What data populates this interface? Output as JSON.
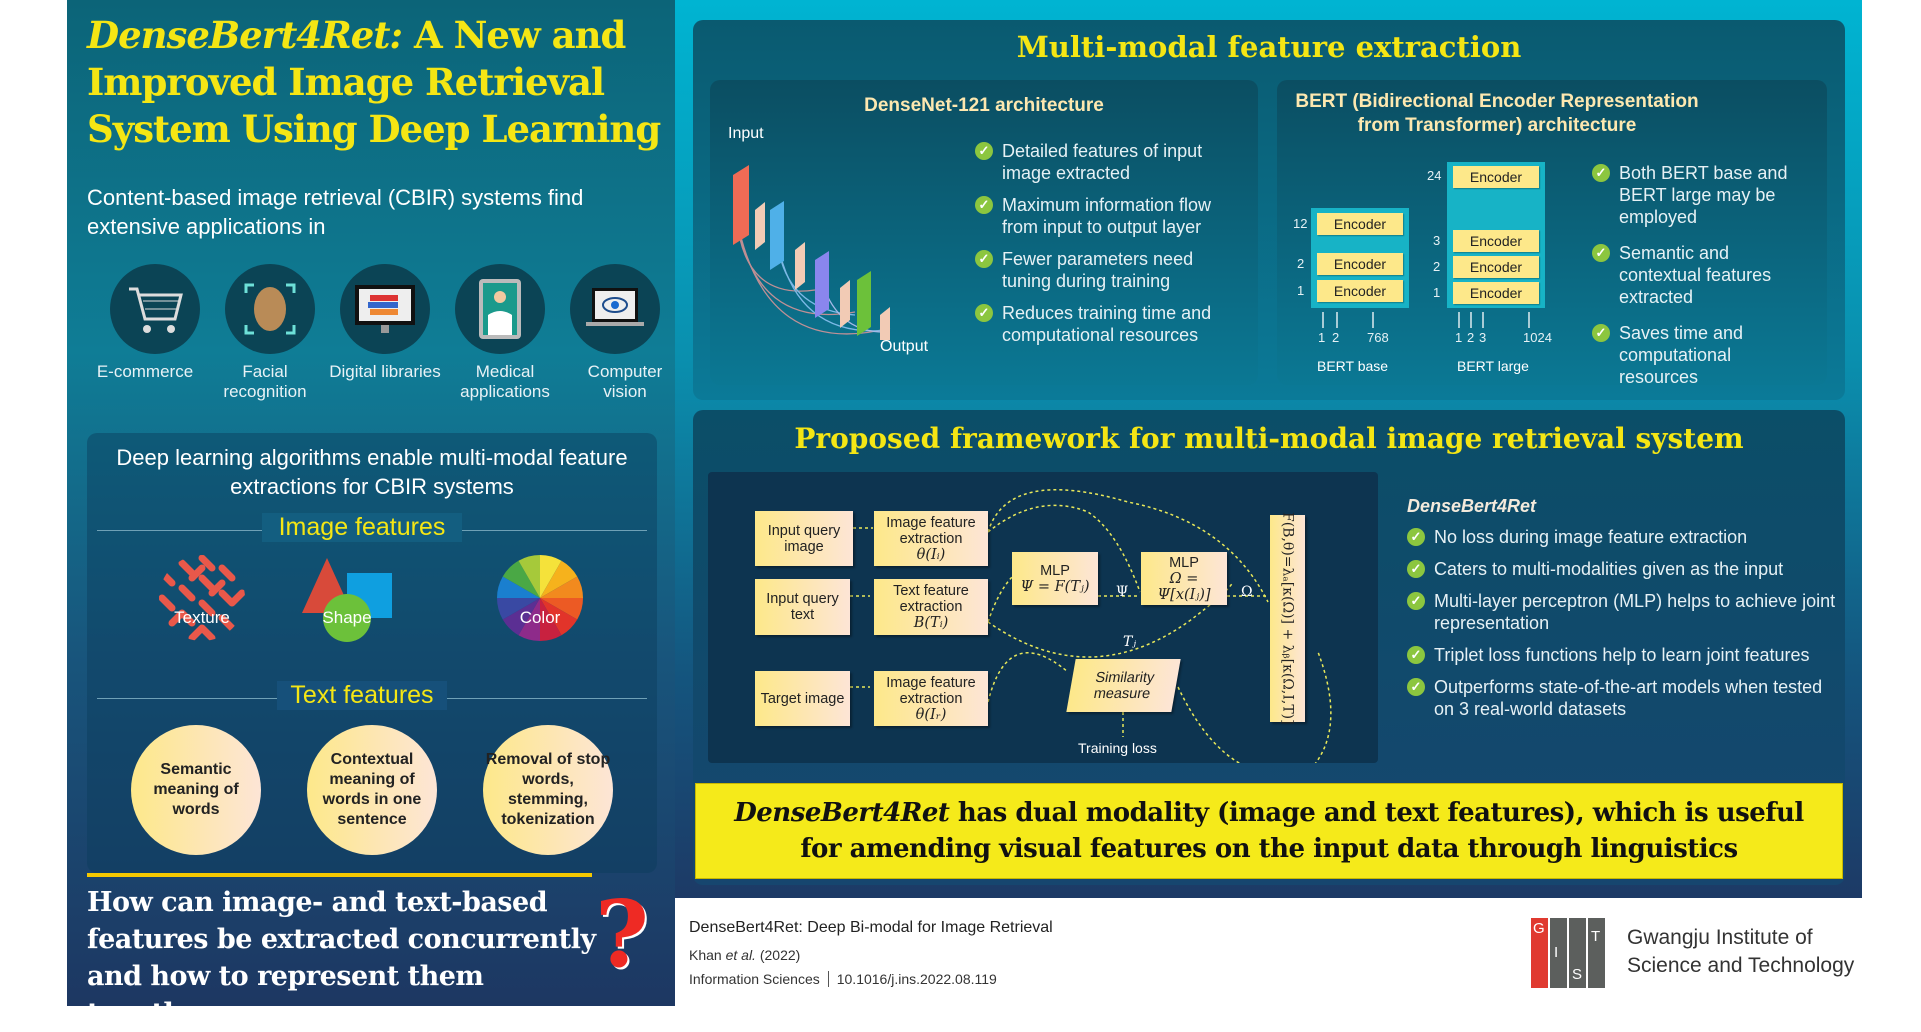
{
  "left": {
    "title_italic": "DenseBert4Ret:",
    "title_line1_rest": " A New and",
    "title_line2": "Improved Image Retrieval",
    "title_line3": "System Using Deep Learning",
    "intro": "Content-based image retrieval (CBIR) systems find extensive applications in",
    "applications": [
      {
        "icon": "shopping-cart-icon",
        "label": "E-commerce"
      },
      {
        "icon": "face-scan-icon",
        "label": "Facial recognition"
      },
      {
        "icon": "books-monitor-icon",
        "label": "Digital libraries"
      },
      {
        "icon": "doctor-tablet-icon",
        "label": "Medical applications"
      },
      {
        "icon": "eye-laptop-icon",
        "label": "Computer vision"
      }
    ],
    "dl_box": {
      "heading": "Deep learning algorithms enable multi-modal feature extractions for CBIR systems",
      "image_features_heading": "Image features",
      "image_features": [
        {
          "icon": "texture-icon",
          "label": "Texture"
        },
        {
          "icon": "shape-icon",
          "label": "Shape"
        },
        {
          "icon": "color-wheel-icon",
          "label": "Color"
        }
      ],
      "text_features_heading": "Text features",
      "text_features": [
        "Semantic meaning of words",
        "Contextual meaning of words in one sentence",
        "Removal of stop words, stemming, tokenization"
      ]
    },
    "question": "How can image- and text-based features be extracted concurrently and how to represent them together",
    "question_mark": "?"
  },
  "multimodal": {
    "heading": "Multi-modal feature extraction",
    "densenet": {
      "title": "DenseNet-121 architecture",
      "input_label": "Input",
      "output_label": "Output",
      "points": [
        "Detailed features of input image extracted",
        "Maximum information flow from input to output layer",
        "Fewer parameters need tuning during training",
        "Reduces training time and computational resources"
      ]
    },
    "bert": {
      "title_line1": "BERT (Bidirectional Encoder Representation",
      "title_line2": "from Transformer) architecture",
      "encoder_label": "Encoder",
      "base": {
        "label": "BERT base",
        "layers": [
          "12",
          "2",
          "1"
        ],
        "inputs": [
          "1",
          "2",
          "768"
        ]
      },
      "large": {
        "label": "BERT large",
        "layers": [
          "24",
          "3",
          "2",
          "1"
        ],
        "inputs": [
          "1",
          "2",
          "3",
          "1024"
        ]
      },
      "points": [
        "Both BERT base and BERT large may be employed",
        "Semantic and contextual features extracted",
        "Saves time and computational resources"
      ]
    }
  },
  "framework": {
    "heading": "Proposed framework for multi-modal image retrieval system",
    "boxes": {
      "input_image": "Input query image",
      "img_feat1": "Image feature extraction",
      "img_feat1_math": "θ(Iᵢ)",
      "input_text": "Input query text",
      "text_feat": "Text feature extraction",
      "text_feat_math": "B(Tᵢ)",
      "mlp1": "MLP",
      "mlp1_math": "Ψ = F(Tⱼ)",
      "mlp2": "MLP",
      "mlp2_math": "Ω = Ψ[x(Iⱼ)]",
      "target_image": "Target image",
      "img_feat2": "Image feature extraction",
      "img_feat2_math": "θ(Iᵣ)",
      "similarity": "Similarity measure",
      "loss_formula": "F(B,θ)=λₐ[κ(Ω)] + λᵦ[κ(Ω,I,T)]",
      "psi": "Ψ",
      "omega": "Ω",
      "tj": "Tⱼ",
      "training_loss": "Training loss"
    },
    "summary": {
      "title": "DenseBert4Ret",
      "points": [
        "No loss during image feature extraction",
        "Caters to multi-modalities given as the input",
        "Multi-layer perceptron (MLP) helps to achieve joint representation",
        "Triplet loss functions help to learn joint features",
        "Outperforms state-of-the-art models when tested on 3 real-world datasets"
      ]
    }
  },
  "banner": {
    "italic": "DenseBert4Ret",
    "rest": " has dual modality (image and text features), which is useful for amending visual features on the input data through linguistics"
  },
  "footer": {
    "paper_title": "DenseBert4Ret: Deep Bi-modal for Image Retrieval",
    "authors": "Khan",
    "et_al": "et al.",
    "year": "(2022)",
    "journal": "Information Sciences",
    "doi": "10.1016/j.ins.2022.08.119",
    "logo_letters": [
      "G",
      "I",
      "S",
      "T"
    ],
    "institute_line1": "Gwangju Institute of",
    "institute_line2": "Science and Technology"
  },
  "colors": {
    "accent_yellow": "#f5e614",
    "check_green": "#8cc63f",
    "logo_red": "#e03a30",
    "logo_gray": "#5c5f5d"
  }
}
